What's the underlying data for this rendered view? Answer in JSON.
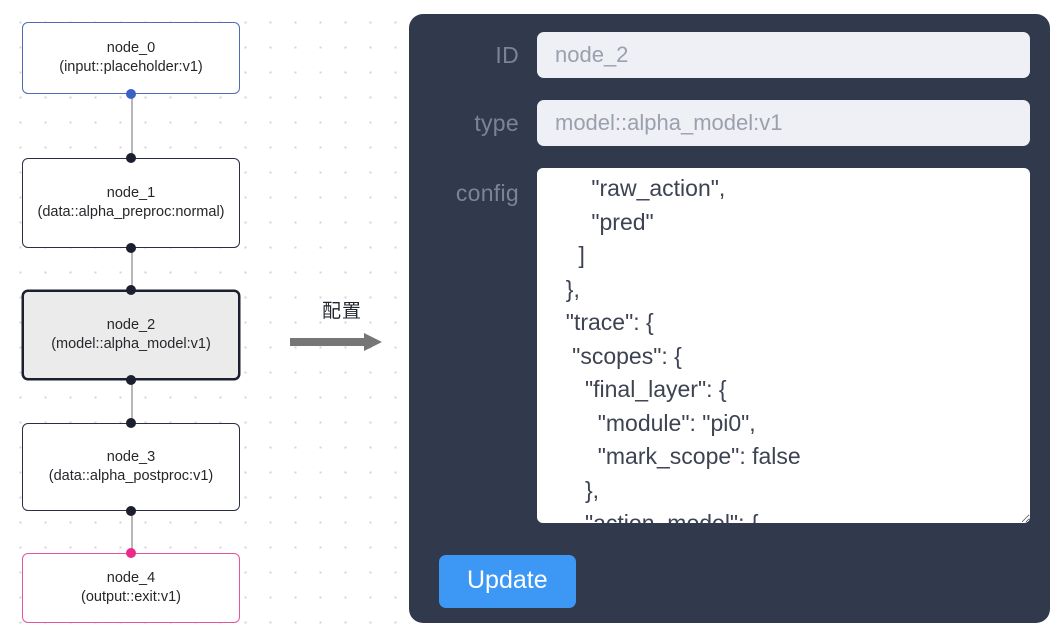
{
  "graph": {
    "nodes": [
      {
        "id": "node_0",
        "label": "node_0\n(input::placeholder:v1)",
        "kind": "input",
        "selected": false,
        "accent": "#4f6bb5"
      },
      {
        "id": "node_1",
        "label": "node_1\n(data::alpha_preproc:normal)",
        "kind": "default",
        "selected": false,
        "accent": "#2a2f43"
      },
      {
        "id": "node_2",
        "label": "node_2\n(model::alpha_model:v1)",
        "kind": "model",
        "selected": true,
        "accent": "#1b1f2e"
      },
      {
        "id": "node_3",
        "label": "node_3\n(data::alpha_postproc:v1)",
        "kind": "default",
        "selected": false,
        "accent": "#2a2f43"
      },
      {
        "id": "node_4",
        "label": "node_4\n(output::exit:v1)",
        "kind": "output",
        "selected": false,
        "accent": "#e5559b"
      }
    ],
    "edges": [
      {
        "from": "node_0",
        "to": "node_1"
      },
      {
        "from": "node_1",
        "to": "node_2"
      },
      {
        "from": "node_2",
        "to": "node_3"
      },
      {
        "from": "node_3",
        "to": "node_4"
      }
    ]
  },
  "annotation": {
    "label": "配置",
    "arrow_color": "#767676"
  },
  "inspector": {
    "fields": {
      "id": {
        "label": "ID",
        "value": "node_2"
      },
      "type": {
        "label": "type",
        "value": "model::alpha_model:v1"
      },
      "config": {
        "label": "config",
        "value": "      \"raw_action\",\n      \"pred\"\n    ]\n  },\n  \"trace\": {\n   \"scopes\": {\n     \"final_layer\": {\n       \"module\": \"pi0\",\n       \"mark_scope\": false\n     },\n     \"action_model\": {"
      }
    },
    "update_button": {
      "label": "Update"
    },
    "colors": {
      "panel_bg": "#313a4d",
      "input_bg": "#eef0f5",
      "input_text": "#9aa0ac",
      "label_text": "#7b8496",
      "button_bg": "#3d97f5",
      "button_text": "#ffffff"
    }
  }
}
